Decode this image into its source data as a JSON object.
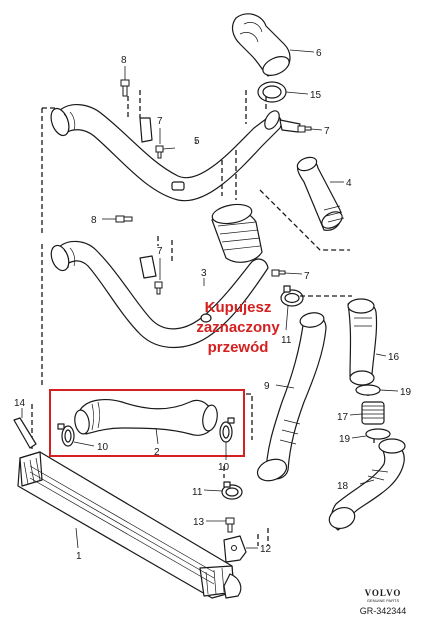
{
  "callout": {
    "line1": "Kupujesz",
    "line2": "zaznaczony",
    "line3": "przewód",
    "color": "#d42020"
  },
  "labels": {
    "p1": "1",
    "p2": "2",
    "p3": "3",
    "p4": "4",
    "p5": "5",
    "p6": "6",
    "p7a": "7",
    "p7b": "7",
    "p7c": "7",
    "p7d": "7",
    "p8a": "8",
    "p8b": "8",
    "p9": "9",
    "p10a": "10",
    "p10b": "10",
    "p11a": "11",
    "p11b": "11",
    "p12": "12",
    "p13": "13",
    "p14": "14",
    "p15": "15",
    "p16": "16",
    "p17": "17",
    "p18": "18",
    "p19a": "19",
    "p19b": "19"
  },
  "brand": {
    "logo": "VOLVO",
    "subline": "GENUINE PARTS",
    "reference": "GR-342344"
  },
  "highlight_color": "#d42020"
}
